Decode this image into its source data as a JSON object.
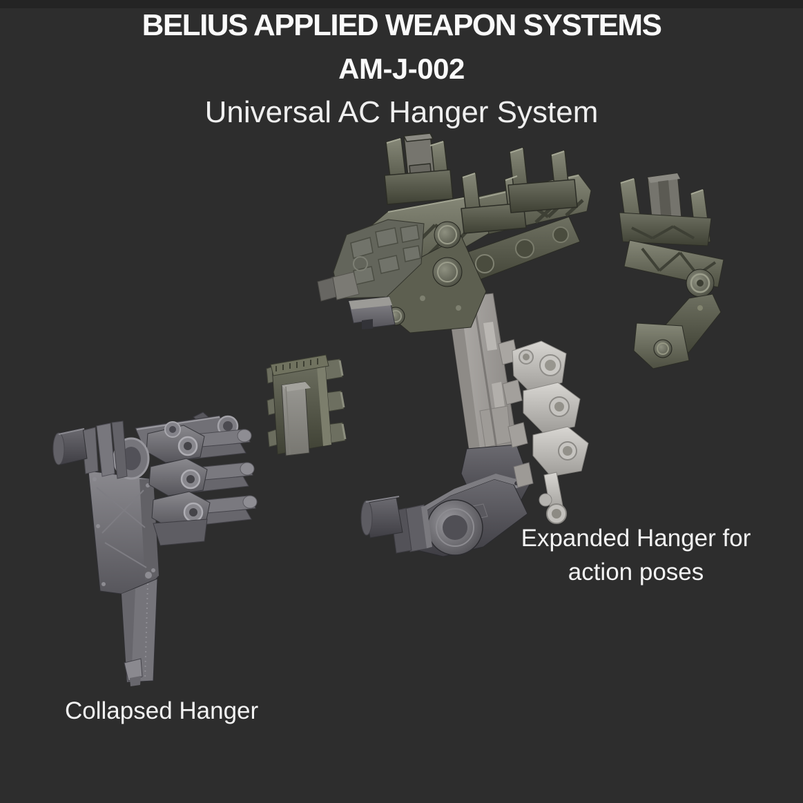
{
  "colors": {
    "background": "#2d2d2d",
    "top_strip": "#242424",
    "text": "#f5f5f5",
    "part_olive": "#5e6052",
    "part_light_gray": "#a6a3a0",
    "part_dark_gray": "#525157",
    "part_bright_gray": "#c3c1bd"
  },
  "header": {
    "line1": "BELIUS APPLIED WEAPON SYSTEMS",
    "line2": "AM-J-002",
    "line3": "Universal AC Hanger System"
  },
  "captions": {
    "expanded_line1": "Expanded Hanger for",
    "expanded_line2": "action poses",
    "collapsed": "Collapsed Hanger"
  }
}
